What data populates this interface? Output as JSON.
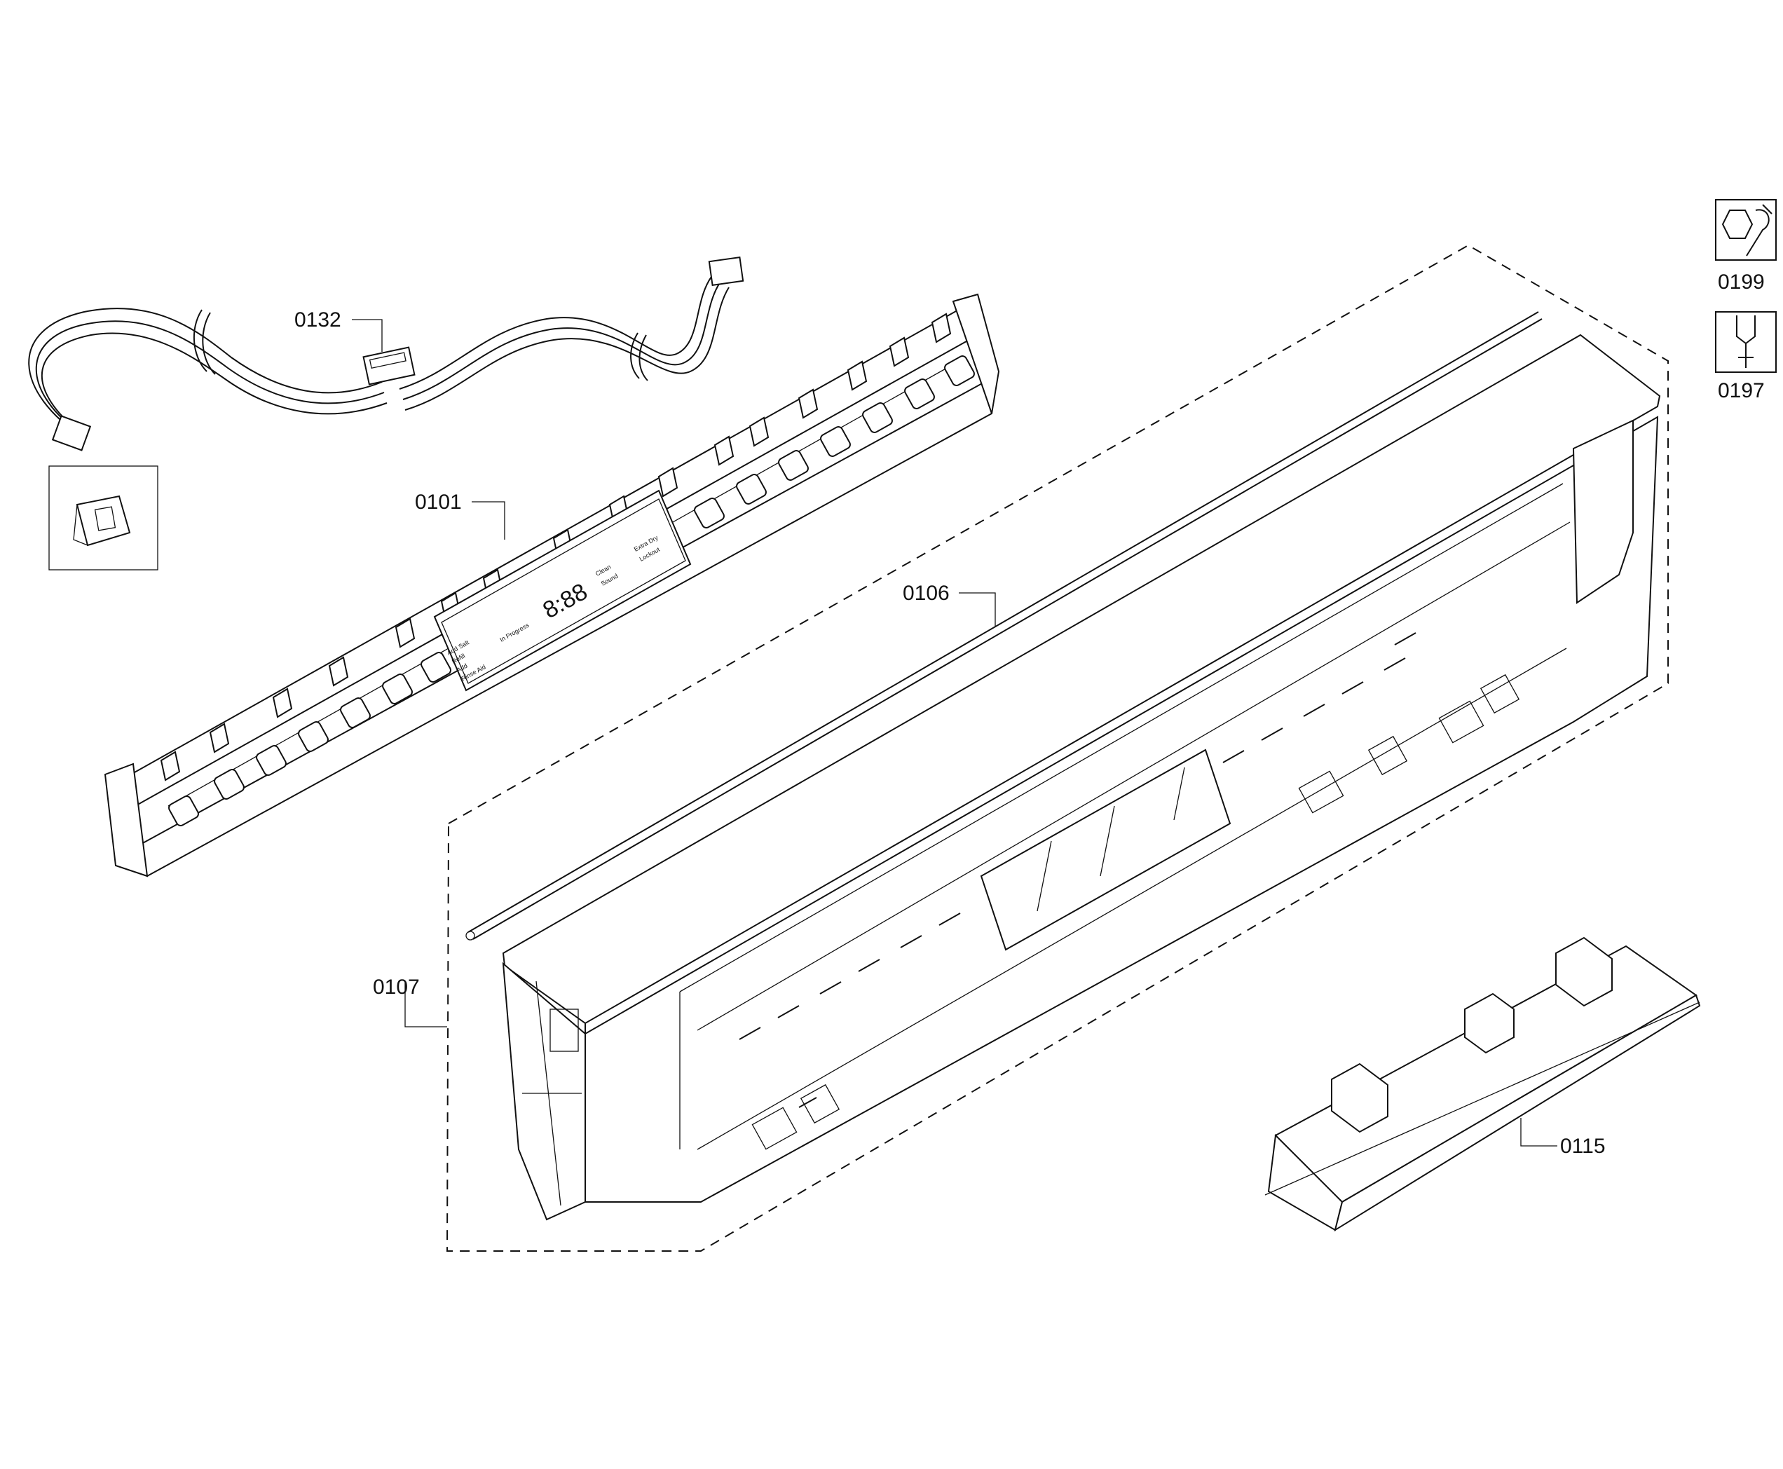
{
  "callouts": [
    {
      "id": "wire-harness",
      "label": "0132"
    },
    {
      "id": "control-module",
      "label": "0101"
    },
    {
      "id": "seal-strip",
      "label": "0106"
    },
    {
      "id": "control-panel-assembly",
      "label": "0107"
    },
    {
      "id": "handle-cover",
      "label": "0115"
    },
    {
      "id": "tool-wrench",
      "label": "0199"
    },
    {
      "id": "tool-screwdriver",
      "label": "0197"
    }
  ],
  "display": {
    "digits": "8:88",
    "left_lines": [
      "Add Salt",
      "Refill",
      "Add",
      "Rinse Aid"
    ],
    "middle": "In Progress",
    "right_lines": [
      "Clean",
      "Sound"
    ],
    "far_right_lines": [
      "Extra Dry",
      "Lockout"
    ]
  }
}
